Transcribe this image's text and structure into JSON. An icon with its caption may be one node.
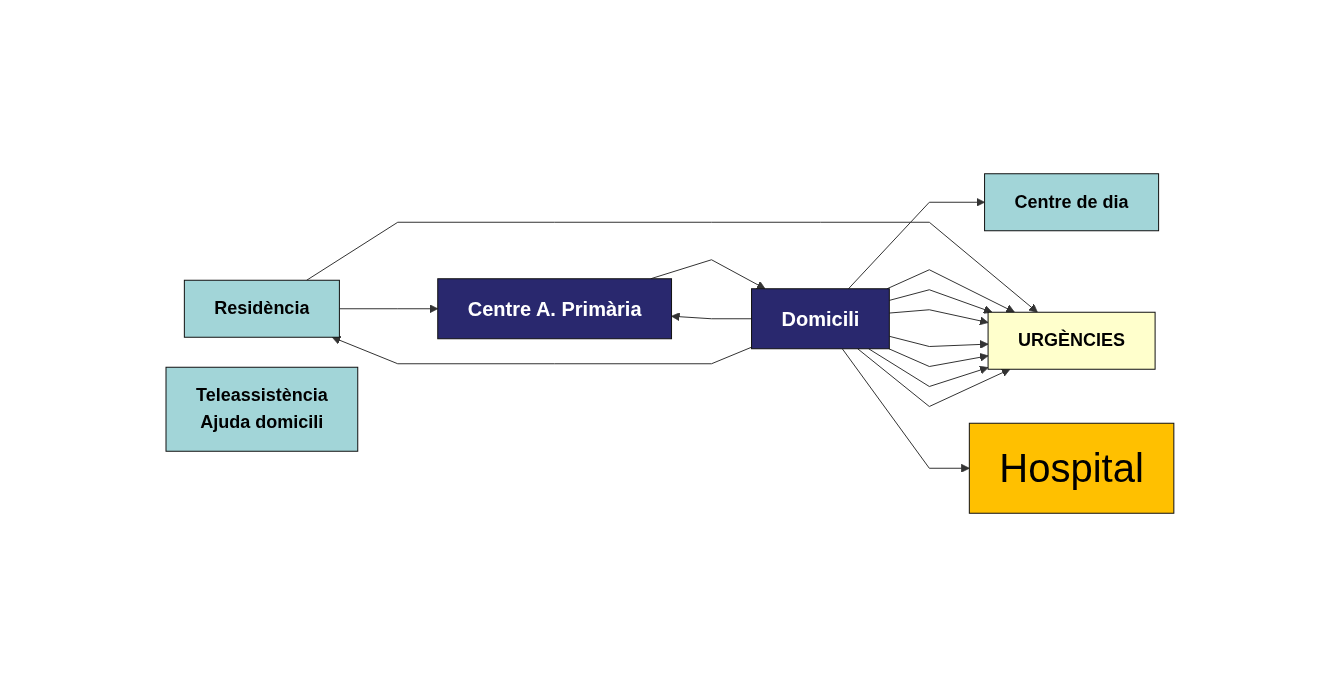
{
  "diagram": {
    "nodes": [
      {
        "text": [
          "Residència"
        ]
      },
      {
        "text": [
          "Centre A. Primària"
        ]
      },
      {
        "text": [
          "Domicili"
        ]
      },
      {
        "text": [
          "Teleassistència",
          "Ajuda domicili"
        ]
      },
      {
        "text": [
          "Centre de dia"
        ]
      },
      {
        "text": [
          "URGÈNCIES"
        ]
      },
      {
        "text": [
          "Hospital"
        ]
      }
    ],
    "edges": [
      {
        "from": 0,
        "to": 1,
        "arrow": "to"
      },
      {
        "from": 0,
        "to": 5,
        "arrow": "to"
      },
      {
        "from": 1,
        "to": 2,
        "arrow": "to"
      },
      {
        "from": 2,
        "to": 1,
        "arrow": "to"
      },
      {
        "from": 2,
        "to": 4,
        "arrow": "to"
      },
      {
        "from": 2,
        "to": 0,
        "arrow": "to"
      },
      {
        "from": 2,
        "to": 5,
        "arrow": "to"
      },
      {
        "from": 2,
        "to": 5,
        "arrow": "to"
      },
      {
        "from": 2,
        "to": 5,
        "arrow": "to"
      },
      {
        "from": 2,
        "to": 5,
        "arrow": "to"
      },
      {
        "from": 2,
        "to": 5,
        "arrow": "to"
      },
      {
        "from": 2,
        "to": 5,
        "arrow": "to"
      },
      {
        "from": 2,
        "to": 5,
        "arrow": "to"
      },
      {
        "from": 2,
        "to": 6,
        "arrow": "to"
      }
    ]
  }
}
